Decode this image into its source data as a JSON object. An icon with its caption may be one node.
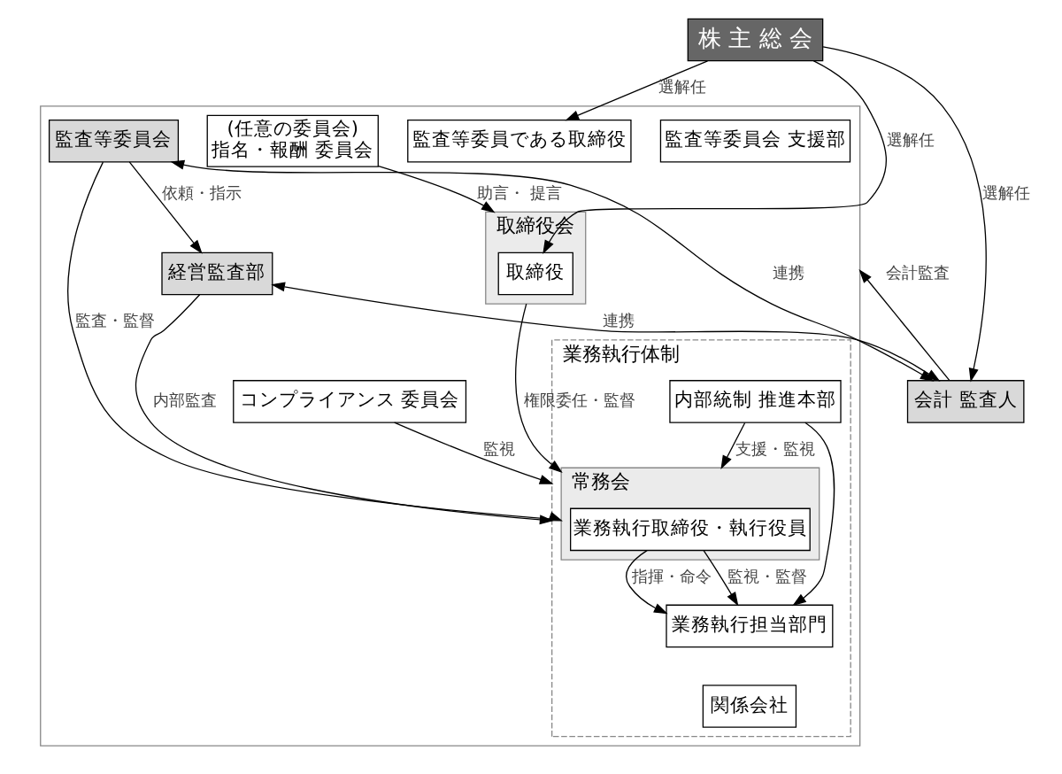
{
  "diagram": {
    "nodes": [
      {
        "text": [
          "株 主 総 会"
        ]
      },
      {
        "text": [],
        "shape": "box"
      },
      {
        "text": [
          "(任意の委員会)",
          "指名・報酬 委員会"
        ],
        "in": 1
      },
      {
        "text": [
          "取締役会"
        ],
        "in": 1
      },
      {
        "text": [
          "取締役"
        ],
        "in": 3
      },
      {
        "text": [
          "監査等委員である取締役"
        ],
        "in": 1
      },
      {
        "text": [
          "監査等委員会"
        ],
        "in": 1
      },
      {
        "text": [
          "監査等委員会 支援部"
        ],
        "in": 1
      },
      {
        "text": [
          "業務執行体制"
        ],
        "in": 1
      },
      {
        "text": [
          "常務会"
        ],
        "in": 8
      },
      {
        "text": [
          "業務執行取締役・執行役員"
        ],
        "in": 9
      },
      {
        "text": [
          "業務執行担当部門"
        ],
        "in": 8
      },
      {
        "text": [
          "関係会社"
        ],
        "in": 8
      },
      {
        "text": [
          "内部統制 推進本部"
        ],
        "in": 8
      },
      {
        "text": [
          "経営監査部"
        ],
        "in": 1
      },
      {
        "text": [
          "コンプライアンス 委員会"
        ],
        "in": 1
      },
      {
        "text": [
          "会計 監査人"
        ]
      }
    ],
    "edges": [
      {
        "from": 0,
        "to": 4,
        "arrow": "to",
        "label": "選解任"
      },
      {
        "from": 0,
        "to": 5,
        "arrow": "to",
        "label": "選解任"
      },
      {
        "from": 0,
        "to": 16,
        "arrow": "to",
        "label": "選解任"
      },
      {
        "from": 2,
        "to": 3,
        "arrow": "to",
        "label": "助言・ 提言"
      },
      {
        "from": 3,
        "to": 9,
        "arrow": "to",
        "label": "権限委任・監督"
      },
      {
        "from": 6,
        "to": 9,
        "arrow": "to",
        "label": "監査・監督"
      },
      {
        "from": 6,
        "to": 14,
        "arrow": "to",
        "label": "依頼・指示"
      },
      {
        "from": 16,
        "to": 6,
        "arrow": "both",
        "label": "連携"
      },
      {
        "from": 14,
        "to": 8,
        "arrow": "to",
        "label": "内部監査"
      },
      {
        "from": 14,
        "to": 16,
        "arrow": "both",
        "label": "連携"
      },
      {
        "from": 10,
        "to": 11,
        "arrow": "to",
        "label": "指揮・命令"
      },
      {
        "from": 10,
        "to": 11,
        "arrow": "to",
        "label": "監視・監督"
      },
      {
        "from": 13,
        "to": 9,
        "arrow": "to",
        "label": "支援・監視"
      },
      {
        "from": 13,
        "to": 11,
        "arrow": "to"
      },
      {
        "from": 15,
        "to": 8,
        "arrow": "to",
        "label": "監視"
      },
      {
        "from": 16,
        "to": 1,
        "arrow": "to",
        "label": "会計監査"
      }
    ]
  }
}
